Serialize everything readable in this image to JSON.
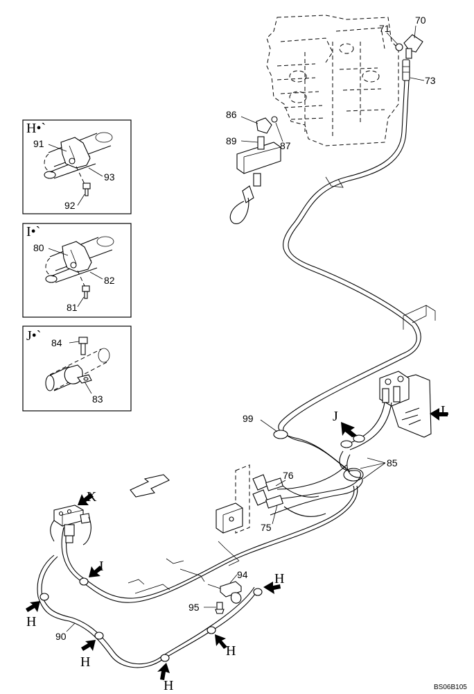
{
  "diagram": {
    "part_numbers": {
      "p70": "70",
      "p71": "71",
      "p73": "73",
      "p86": "86",
      "p87": "87",
      "p89": "89",
      "p99": "99",
      "p85": "85",
      "p76": "76",
      "p75": "75",
      "p94": "94",
      "p95": "95",
      "p90": "90"
    },
    "view_letters": {
      "J": "J",
      "L": "L",
      "K": "K",
      "I": "I",
      "H1": "H",
      "H2": "H",
      "H3": "H",
      "H4": "H",
      "H5": "H"
    },
    "detail_H": {
      "label": "H•`",
      "p91": "91",
      "p92": "92",
      "p93": "93"
    },
    "detail_I": {
      "label": "I•`",
      "p80": "80",
      "p81": "81",
      "p82": "82"
    },
    "detail_J": {
      "label": "J•`",
      "p83": "83",
      "p84": "84"
    },
    "drawing_code": "BS06B105",
    "colors": {
      "ink": "#000000",
      "paper": "#ffffff"
    }
  }
}
